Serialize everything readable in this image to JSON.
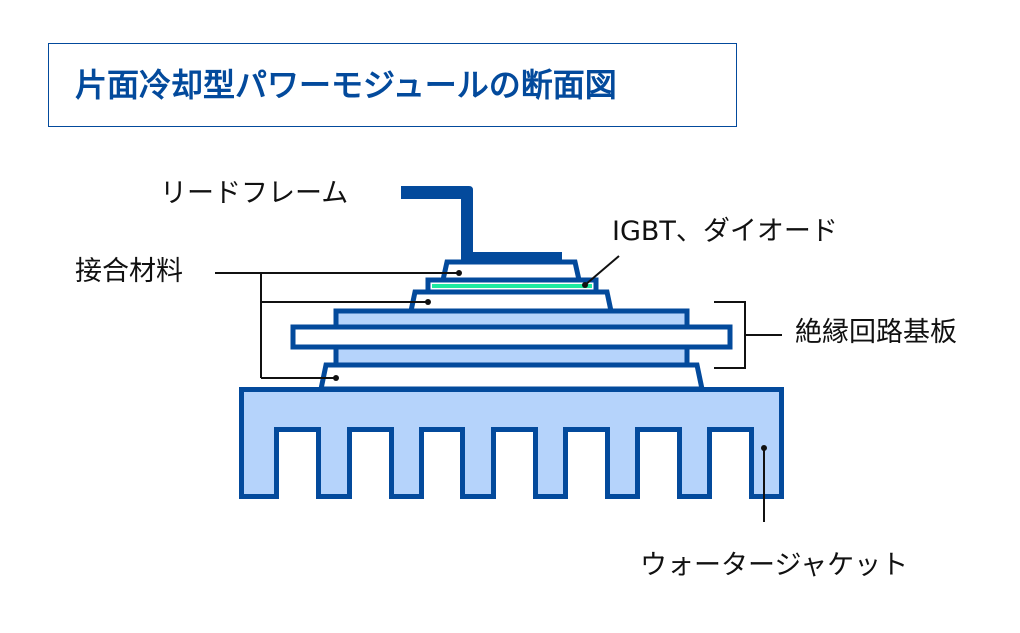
{
  "title": "片面冷却型パワーモジュールの断面図",
  "labels": {
    "lead_frame": "リードフレーム",
    "chip": "IGBT、ダイオード",
    "bonding_material": "接合材料",
    "insulated_substrate": "絶縁回路基板",
    "water_jacket": "ウォータージャケット"
  },
  "colors": {
    "outline": "#034a9c",
    "fill": "#b5d3fb",
    "chip": "#1de9a0"
  }
}
